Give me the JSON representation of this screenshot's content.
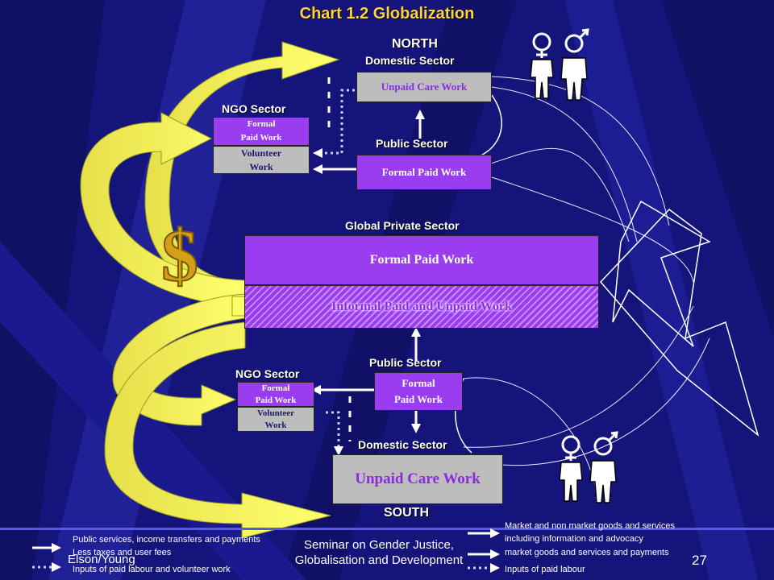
{
  "title": "Chart 1.2 Globalization",
  "north": {
    "region": "NORTH",
    "domestic_sector": "Domestic Sector",
    "unpaid_care_work": "Unpaid Care Work",
    "public_sector": "Public Sector",
    "public_formal_paid_work": "Formal Paid Work",
    "ngo_sector": "NGO Sector",
    "ngo_formal_line1": "Formal",
    "ngo_formal_line2": "Paid Work",
    "ngo_volunteer_line1": "Volunteer",
    "ngo_volunteer_line2": "Work"
  },
  "global": {
    "label": "Global Private Sector",
    "formal_paid_work": "Formal Paid Work",
    "informal_work": "Informal Paid and Unpaid Work"
  },
  "south": {
    "region": "SOUTH",
    "public_sector": "Public Sector",
    "public_formal_line1": "Formal",
    "public_formal_line2": "Paid Work",
    "ngo_sector": "NGO Sector",
    "ngo_formal_line1": "Formal",
    "ngo_formal_line2": "Paid Work",
    "ngo_volunteer_line1": "Volunteer",
    "ngo_volunteer_line2": "Work",
    "domestic_sector": "Domestic Sector",
    "unpaid_care_work": "Unpaid Care Work"
  },
  "legend": {
    "solid_line1": "Public services, income transfers and payments",
    "solid_line2": "Less taxes and user fees",
    "dotted": "Inputs of paid labour and volunteer work",
    "right_line1": "Market and non market goods and services",
    "right_line2": "including information and advocacy",
    "right_line3": "market goods and services and payments",
    "right_dotted": "Inputs of paid labour"
  },
  "footer": {
    "author": "Elson/Young",
    "seminar_line1": "Seminar on Gender Justice,",
    "seminar_line2": "Globalisation and Development",
    "page_number": "27"
  },
  "colors": {
    "background": "#14147a",
    "title": "#ffd43a",
    "purple_box": "#9a3df0",
    "grey_box": "#bdbdbd",
    "yellow_arrow": "#ffff66"
  }
}
